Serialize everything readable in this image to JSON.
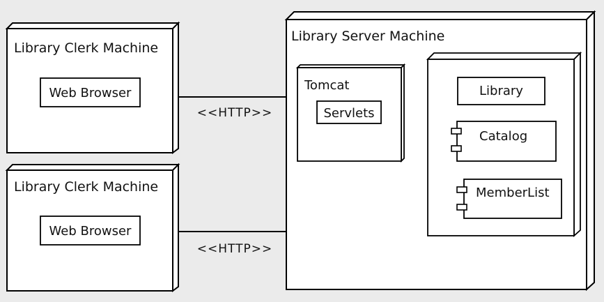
{
  "nodes": {
    "clerk_machine_1": {
      "label": "Library Clerk Machine",
      "component": "Web Browser"
    },
    "clerk_machine_2": {
      "label": "Library Clerk Machine",
      "component": "Web Browser"
    },
    "server_machine": {
      "label": "Library Server Machine",
      "tomcat": {
        "label": "Tomcat",
        "component": "Servlets"
      },
      "app_container": {
        "components": {
          "library": "Library",
          "catalog": "Catalog",
          "member_list": "MemberList"
        }
      }
    }
  },
  "connections": {
    "clerk1_to_server": {
      "label": "<<HTTP>>"
    },
    "clerk2_to_server": {
      "label": "<<HTTP>>"
    }
  }
}
